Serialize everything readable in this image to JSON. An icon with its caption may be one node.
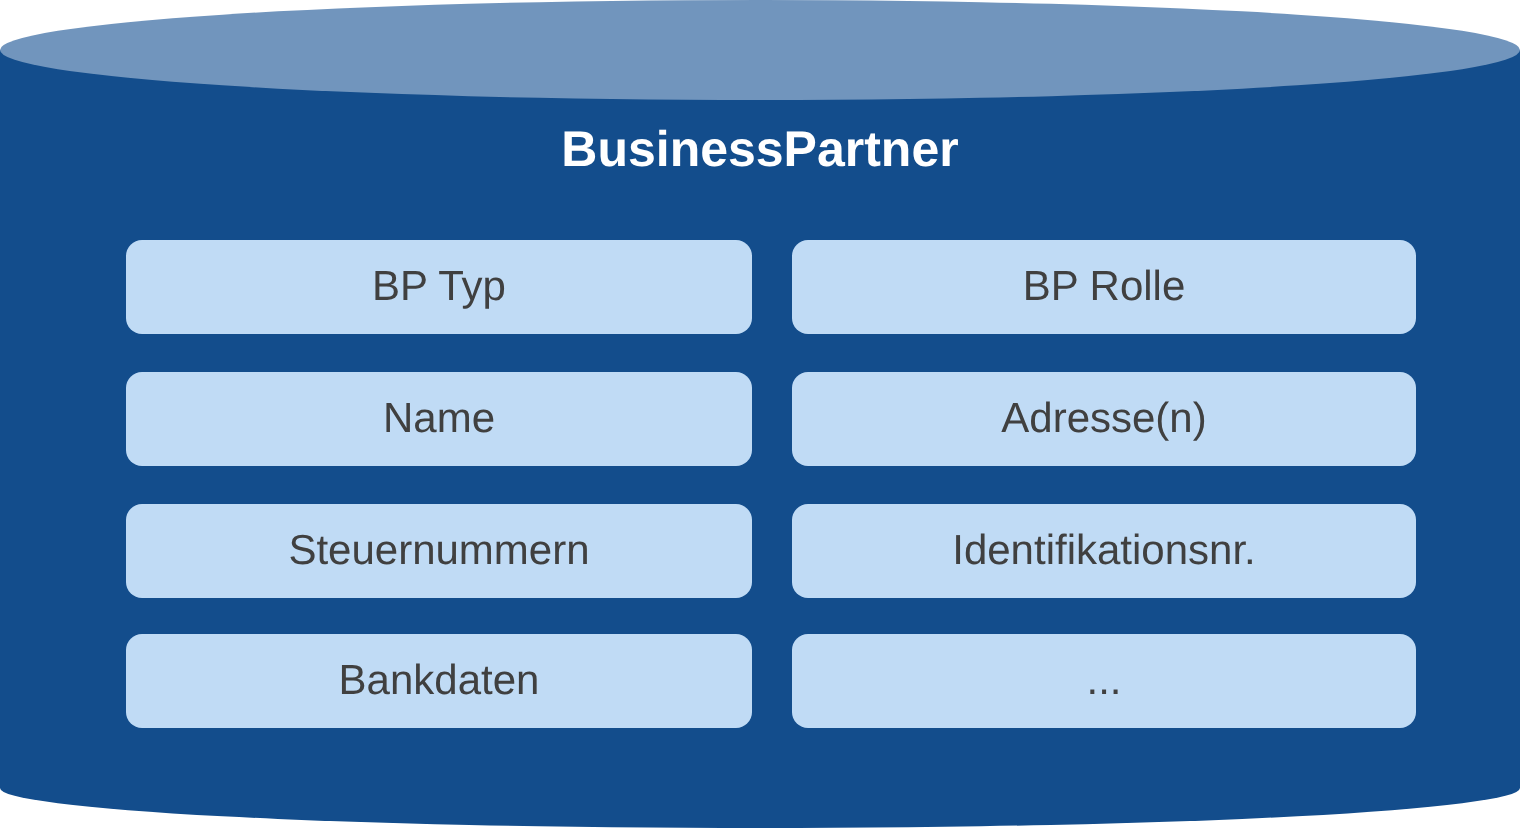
{
  "diagram": {
    "nodes": [
      {
        "text": [
          "BusinessPartner"
        ]
      },
      {
        "text": [
          "BP Typ"
        ],
        "in": 0
      },
      {
        "text": [
          "BP Rolle"
        ],
        "in": 0
      },
      {
        "text": [
          "Name"
        ],
        "in": 0
      },
      {
        "text": [
          "Adresse(n)"
        ],
        "in": 0
      },
      {
        "text": [
          "Steuernummern"
        ],
        "in": 0
      },
      {
        "text": [
          "Identifikationsnr."
        ],
        "in": 0
      },
      {
        "text": [
          "Bankdaten"
        ],
        "in": 0
      },
      {
        "text": [
          "..."
        ],
        "in": 0
      }
    ]
  }
}
